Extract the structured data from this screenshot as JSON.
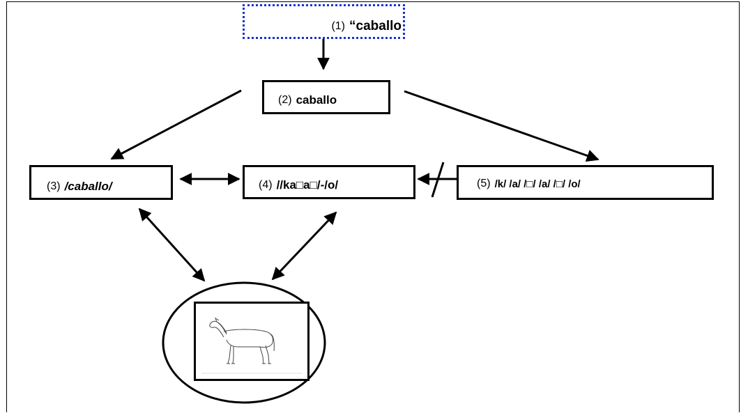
{
  "nodes": {
    "n1": {
      "num": "(1)",
      "label": "“caballo"
    },
    "n2": {
      "num": "(2)",
      "label": "caballo"
    },
    "n3": {
      "num": "(3)",
      "label": "/caballo/"
    },
    "n4": {
      "num": "(4)",
      "label": "//ka□a□/-/o/"
    },
    "n5": {
      "num": "(5)",
      "label": "/k/ /a/ /□/ /a/ /□/ /o/"
    }
  },
  "image": {
    "subject": "horse drawing",
    "icon": "horse-icon"
  },
  "colors": {
    "dotted_border": "#1a2fd6",
    "lines": "#000000"
  }
}
